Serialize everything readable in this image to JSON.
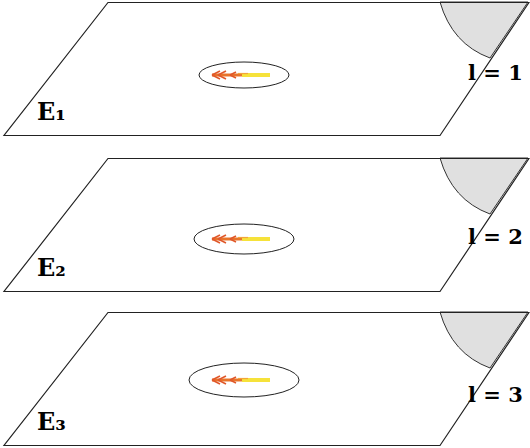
{
  "diagram": {
    "nodes": [
      {
        "text": [
          "E₁"
        ]
      },
      {
        "text": [
          "E₂"
        ]
      },
      {
        "text": [
          "E₃"
        ]
      }
    ],
    "labels": [
      "l = 1",
      "l = 2",
      "l = 3"
    ]
  }
}
